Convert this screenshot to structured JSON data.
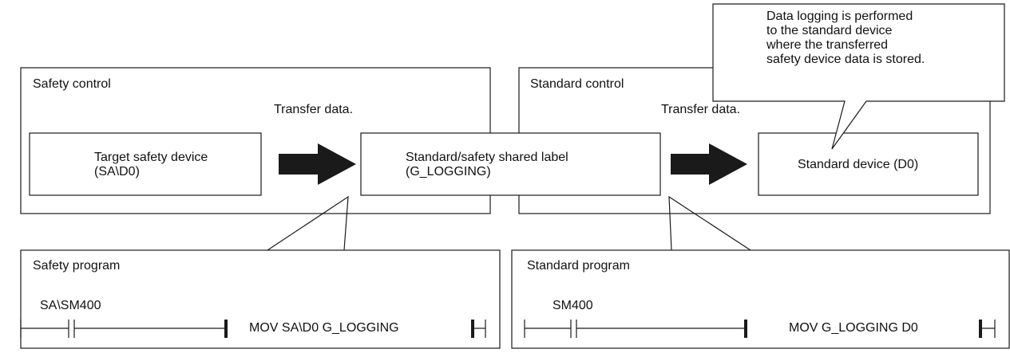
{
  "safety_control": {
    "title": "Safety control",
    "transfer_label": "Transfer data.",
    "source_box": {
      "line1": "Target safety device",
      "line2": "(SA\\D0)"
    }
  },
  "shared_label_box": {
    "line1": "Standard/safety shared label",
    "line2": "(G_LOGGING)"
  },
  "standard_control": {
    "title": "Standard control",
    "transfer_label": "Transfer data.",
    "target_box": {
      "label": "Standard device (D0)"
    }
  },
  "callout": {
    "lines": [
      "Data logging is performed",
      "to the standard device",
      "where the transferred",
      "safety device data is stored."
    ]
  },
  "safety_program": {
    "title": "Safety program",
    "contact": "SA\\SM400",
    "instruction": "MOV SA\\D0 G_LOGGING"
  },
  "standard_program": {
    "title": "Standard program",
    "contact": "SM400",
    "instruction": "MOV G_LOGGING D0"
  }
}
